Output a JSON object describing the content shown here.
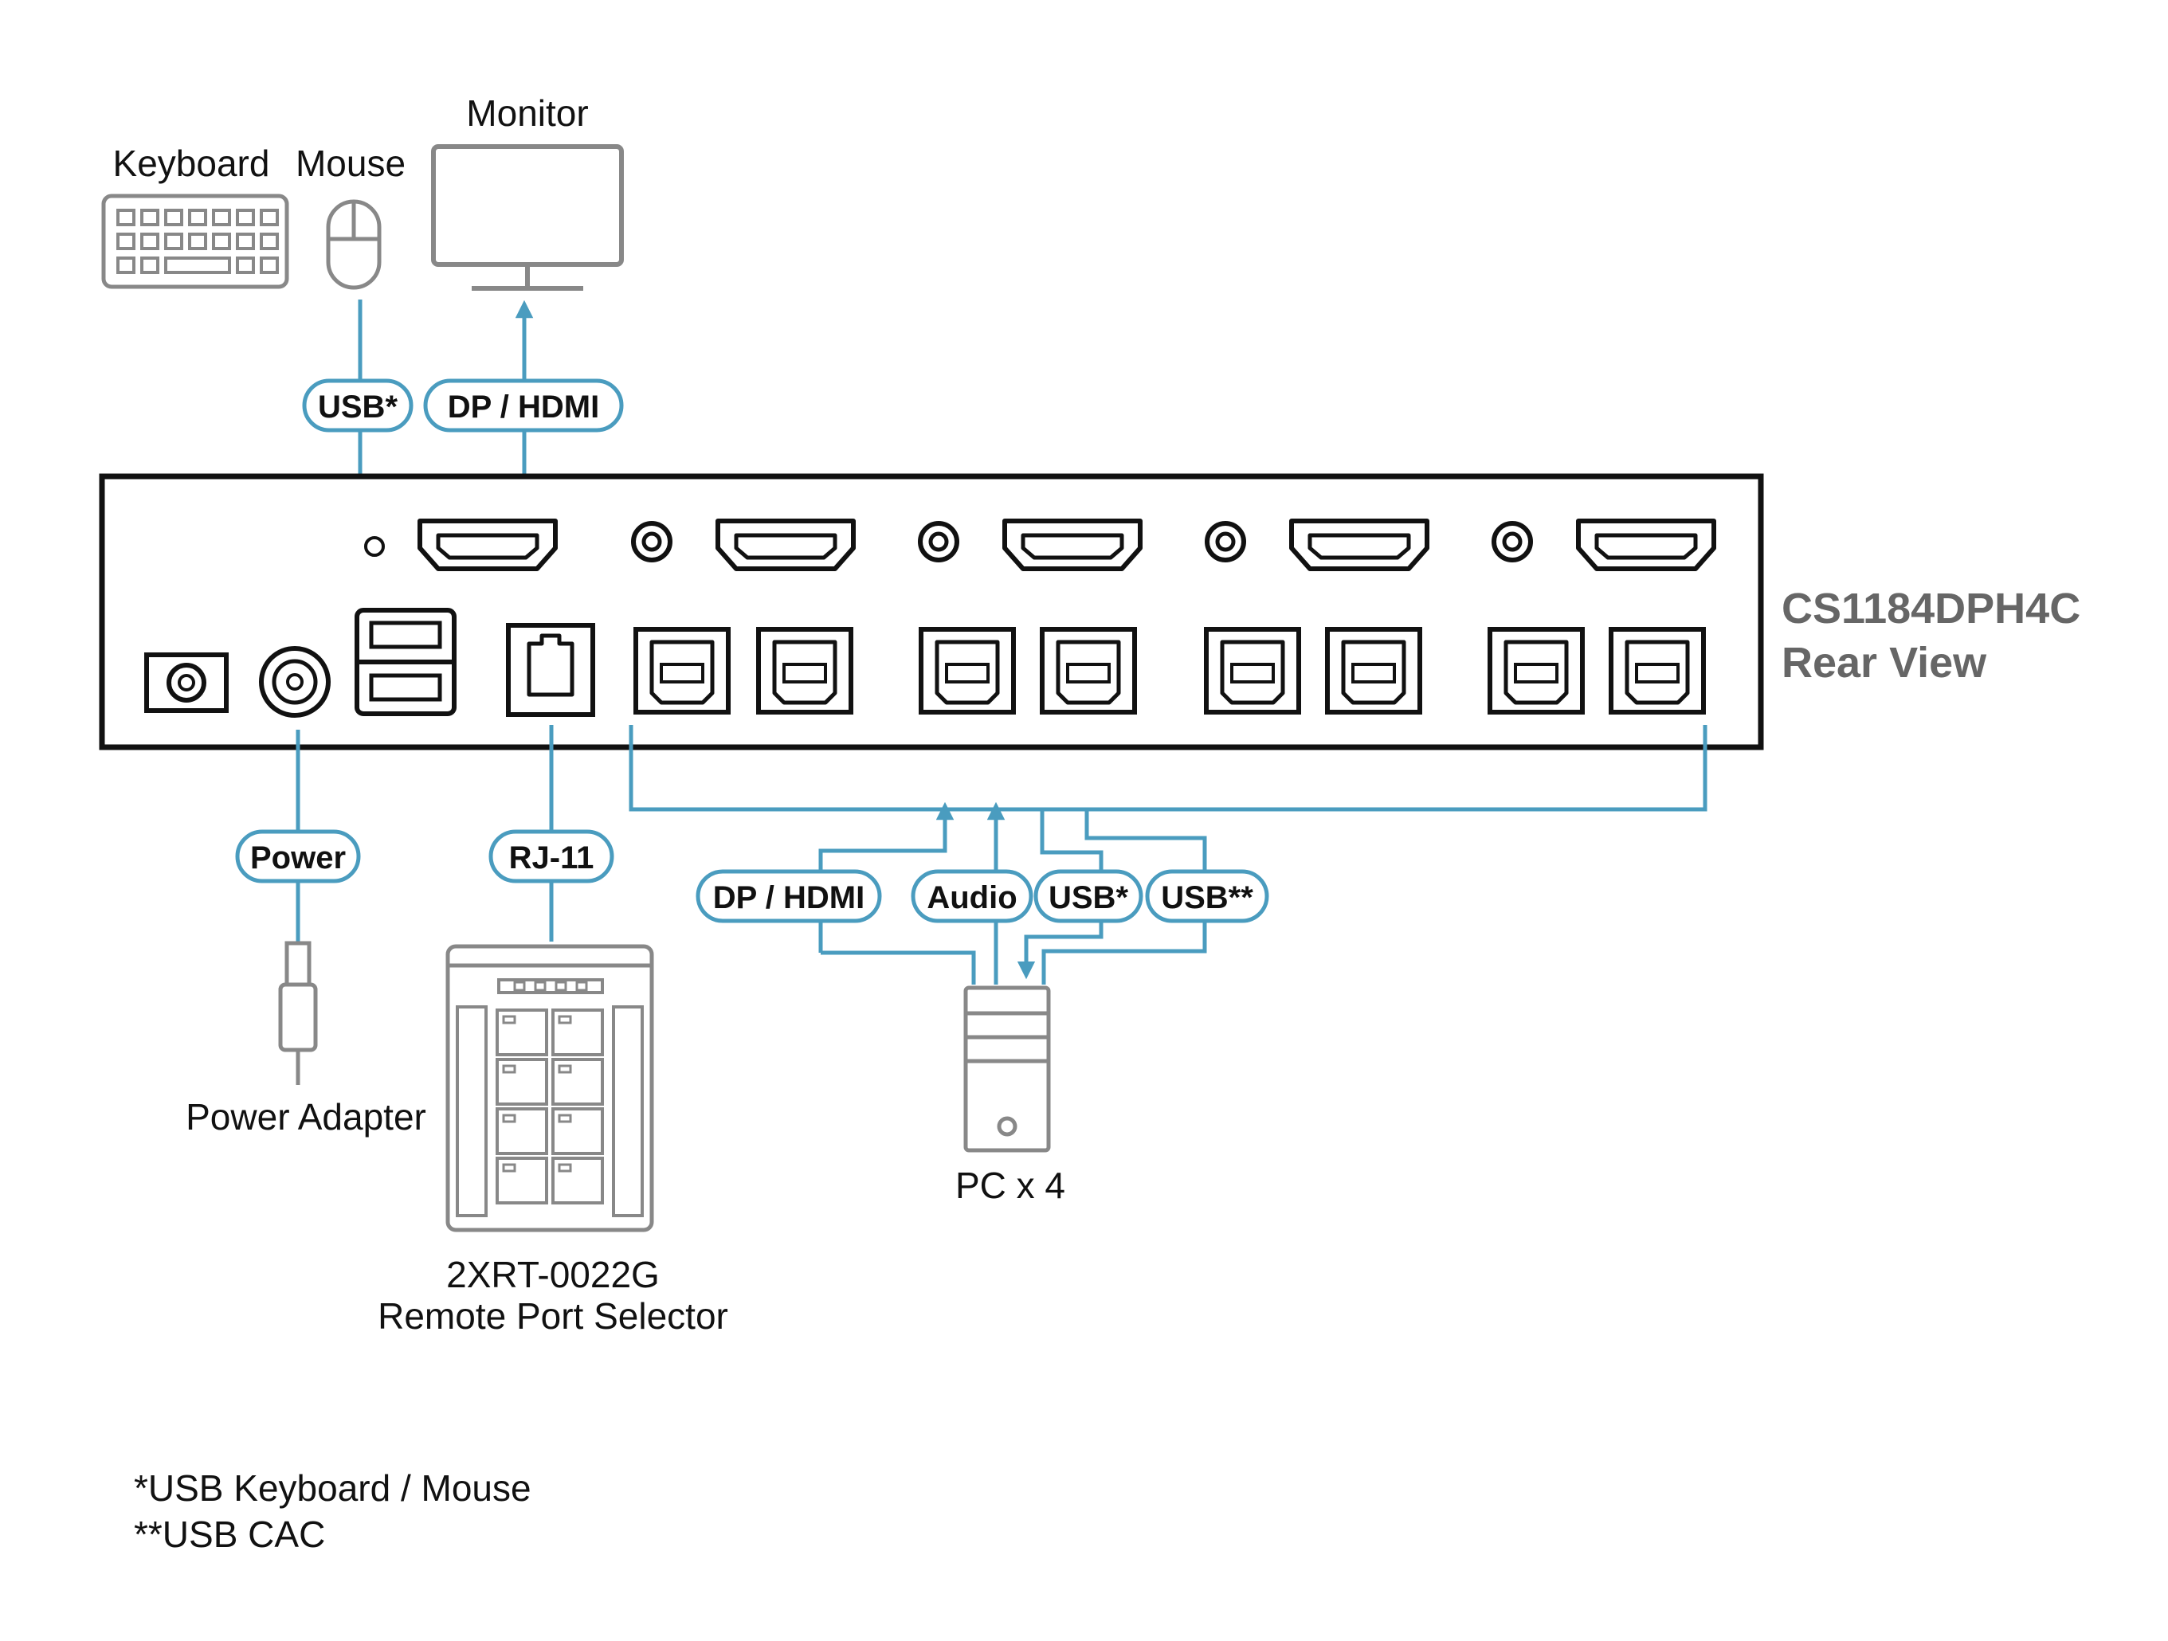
{
  "devices": {
    "keyboard": "Keyboard",
    "mouse": "Mouse",
    "monitor": "Monitor",
    "power_adapter": "Power Adapter",
    "remote_line1": "2XRT-0022G",
    "remote_line2": "Remote Port Selector",
    "pc": "PC x 4"
  },
  "connections": {
    "console_usb": "USB*",
    "console_video": "DP / HDMI",
    "power": "Power",
    "rj11": "RJ-11",
    "pc_video": "DP / HDMI",
    "pc_audio": "Audio",
    "pc_usb": "USB*",
    "pc_usb_cac": "USB**"
  },
  "unit": {
    "model": "CS1184DPH4C",
    "view": "Rear View"
  },
  "notes": {
    "note1": "*USB Keyboard / Mouse",
    "note2": "**USB CAC"
  },
  "colors": {
    "connector_line": "#4a9cbf",
    "device_gray": "#888888",
    "outline": "#111111",
    "title_gray": "#666666"
  }
}
